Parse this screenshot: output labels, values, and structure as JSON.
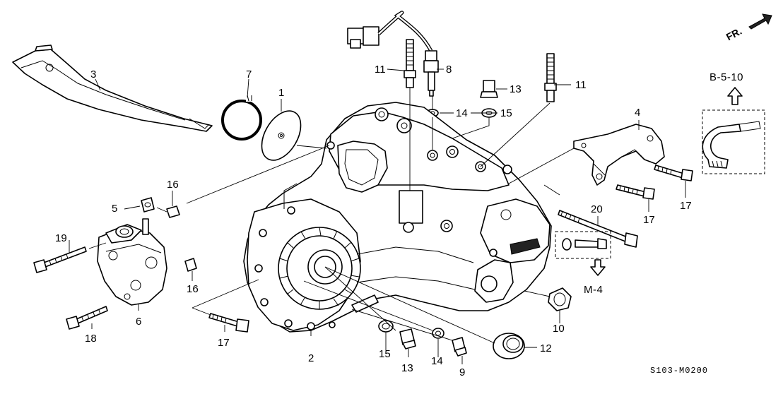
{
  "diagram": {
    "title_code": "S103-M0200",
    "front_indicator": "FR.",
    "references": {
      "top_right": "B-5-10",
      "bottom_right": "M-4"
    },
    "callouts": {
      "c1": "1",
      "c2": "2",
      "c3": "3",
      "c4": "4",
      "c5": "5",
      "c6": "6",
      "c7": "7",
      "c8": "8",
      "c9": "9",
      "c10": "10",
      "c11a": "11",
      "c11b": "11",
      "c12": "12",
      "c13a": "13",
      "c13b": "13",
      "c14a": "14",
      "c14b": "14",
      "c15a": "15",
      "c15b": "15",
      "c16a": "16",
      "c16b": "16",
      "c17a": "17",
      "c17b": "17",
      "c17c": "17",
      "c18": "18",
      "c19": "19",
      "c20": "20"
    }
  }
}
